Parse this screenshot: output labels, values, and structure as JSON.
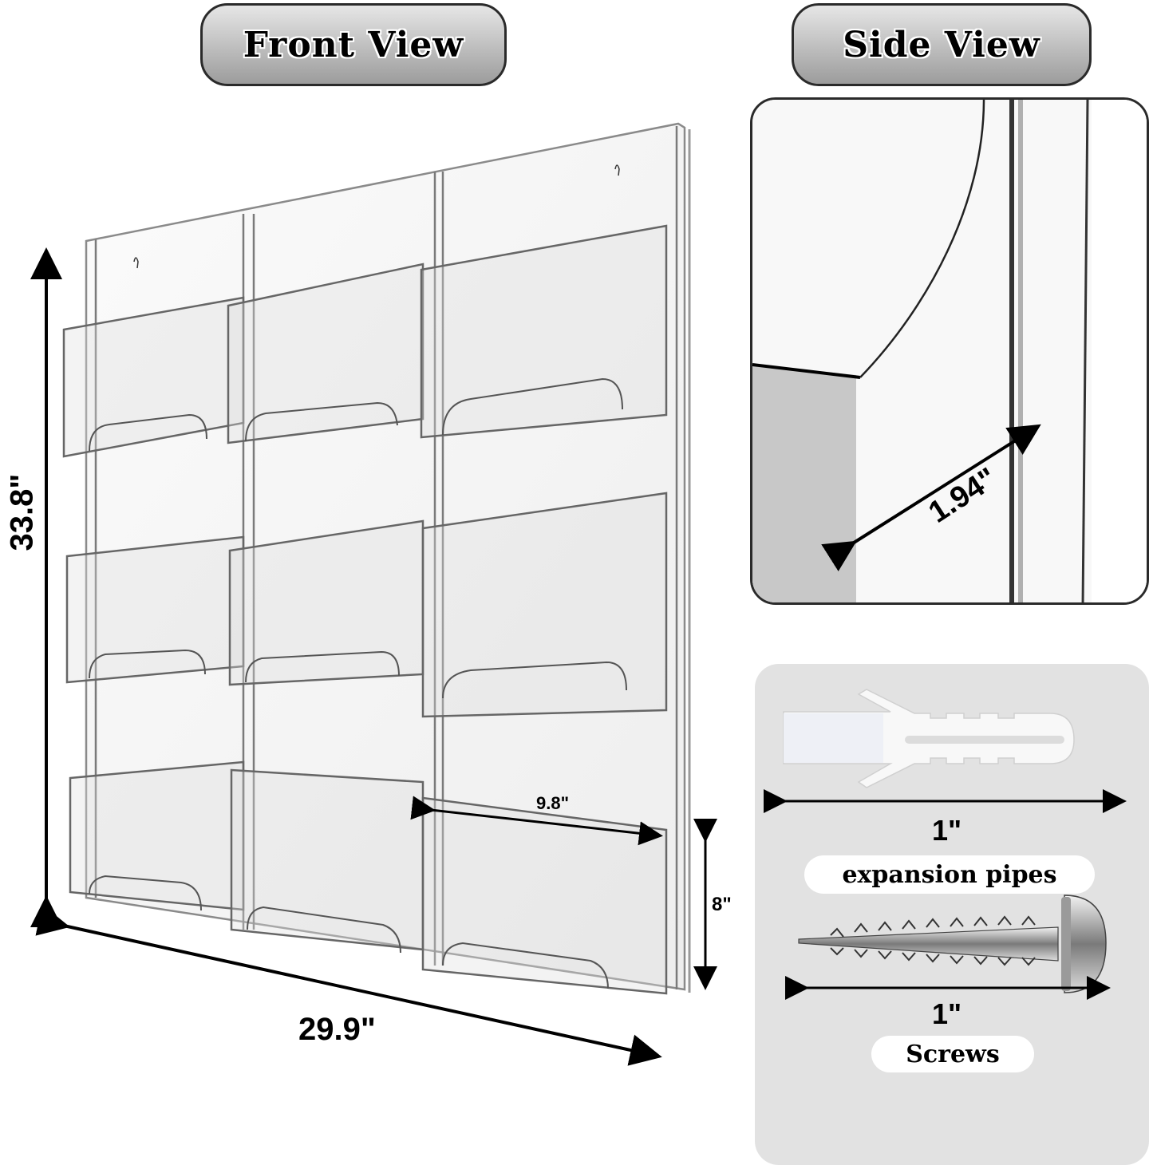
{
  "titles": {
    "front_view": "Front View",
    "side_view": "Side View"
  },
  "front_view": {
    "grid": {
      "columns": 3,
      "rows": 3,
      "pocket_count": 9
    },
    "dimensions": {
      "height": "33.8\"",
      "width": "29.9\"",
      "pocket_width": "9.8\"",
      "pocket_height": "8\""
    }
  },
  "side_view": {
    "dimensions": {
      "depth": "1.94\""
    }
  },
  "hardware": {
    "items": [
      {
        "name": "expansion pipes",
        "length": "1\"",
        "icon": "wall-anchor-icon"
      },
      {
        "name": "Screws",
        "length": "1\"",
        "icon": "screw-icon"
      }
    ]
  },
  "colors": {
    "badge_border": "#2a2a2a",
    "badge_top": "#e6e6e6",
    "badge_bottom": "#9c9c9c",
    "hardware_panel": "#e2e2e2",
    "acrylic_line": "#8a8a8a"
  }
}
